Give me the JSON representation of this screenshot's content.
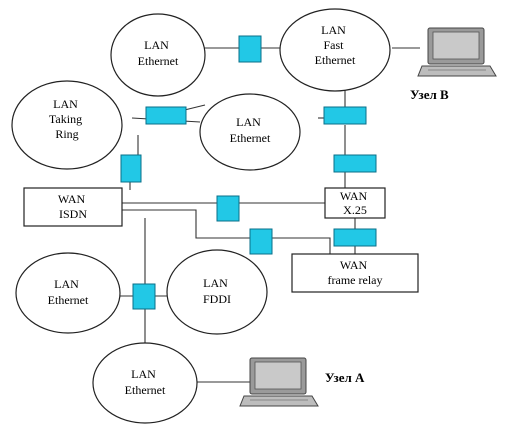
{
  "diagram": {
    "networks": [
      {
        "id": "lan_eth_top",
        "lines": [
          "LAN",
          "Ethernet"
        ]
      },
      {
        "id": "lan_fast_eth",
        "lines": [
          "LAN",
          "Fast",
          "Ethernet"
        ]
      },
      {
        "id": "lan_token_ring",
        "lines": [
          "LAN",
          "Taking",
          "Ring"
        ]
      },
      {
        "id": "lan_eth_mid",
        "lines": [
          "LAN",
          "Ethernet"
        ]
      },
      {
        "id": "wan_isdn",
        "lines": [
          "WAN",
          "ISDN"
        ]
      },
      {
        "id": "wan_x25",
        "lines": [
          "WAN",
          "X.25"
        ]
      },
      {
        "id": "wan_frame_relay",
        "lines": [
          "WAN",
          "frame relay"
        ]
      },
      {
        "id": "lan_eth_left",
        "lines": [
          "LAN",
          "Ethernet"
        ]
      },
      {
        "id": "lan_fddi",
        "lines": [
          "LAN",
          "FDDI"
        ]
      },
      {
        "id": "lan_eth_bottom",
        "lines": [
          "LAN",
          "Ethernet"
        ]
      }
    ],
    "nodes": {
      "node_b": "Узел В",
      "node_a": "Узел А"
    },
    "colors": {
      "connector": "#22c8e6",
      "line": "#333333"
    },
    "icons": [
      "laptop-icon"
    ]
  }
}
